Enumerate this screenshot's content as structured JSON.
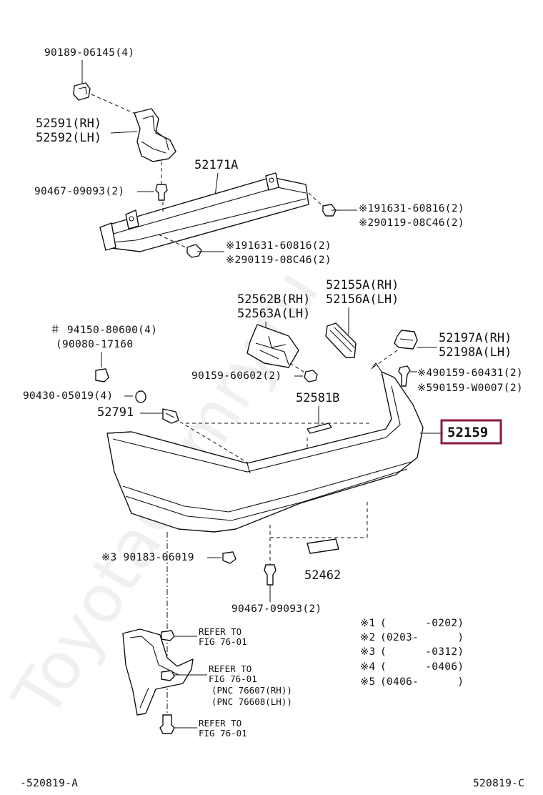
{
  "watermark": "ToyotaCamry.ru",
  "callouts": {
    "nut_top": "90189-06145(4)",
    "bracket_rh": "52591(RH)",
    "bracket_lh": "52592(LH)",
    "reinforcement": "52171A",
    "clip_top": "90467-09093(2)",
    "bolt_right_1": "※191631-60816(2)",
    "bolt_right_2": "※290119-08C46(2)",
    "bolt_left_1": "※191631-60816(2)",
    "bolt_left_2": "※290119-08C46(2)",
    "retainer_rh": "52155A(RH)",
    "retainer_lh": "52156A(LH)",
    "support_rh": "52562B(RH)",
    "support_lh": "52563A(LH)",
    "nut_side_1": "＃ 94150-80600(4)",
    "nut_side_2": "(90080-17160",
    "screw_support": "90159-60602(2)",
    "side_ret_rh": "52197A(RH)",
    "side_ret_lh": "52198A(LH)",
    "screw_right_1": "※490159-60431(2)",
    "screw_right_2": "※590159-W0007(2)",
    "washer": "90430-05019(4)",
    "pad": "52581B",
    "bolt_side": "52791",
    "bumper_cover": "52159",
    "clip_bottom": "※3 90183-06019",
    "spacer": "52462",
    "clip_bottom_2": "90467-09093(2)",
    "refer_1a": "REFER TO",
    "refer_1b": "FIG 76-01",
    "refer_2a": "REFER TO",
    "refer_2b": "FIG 76-01",
    "refer_2c": "(PNC 76607(RH))",
    "refer_2d": "(PNC 76608(LH))",
    "refer_3a": "REFER TO",
    "refer_3b": "FIG 76-01",
    "footer_left": "-520819-A",
    "footer_right": "520819-C"
  },
  "legend": [
    {
      "mark": "※1",
      "range": "(      -0202)"
    },
    {
      "mark": "※2",
      "range": "(0203-      )"
    },
    {
      "mark": "※3",
      "range": "(      -0312)"
    },
    {
      "mark": "※4",
      "range": "(      -0406)"
    },
    {
      "mark": "※5",
      "range": "(0406-      )"
    }
  ],
  "highlight_color": "#8b1a3a"
}
